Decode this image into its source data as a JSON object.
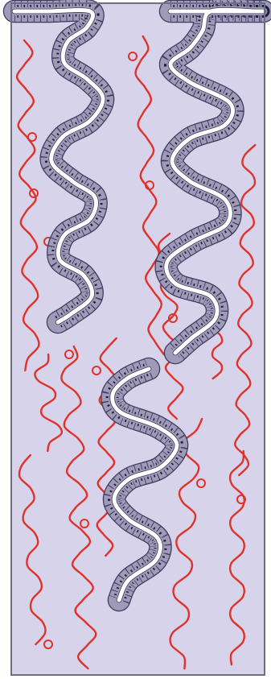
{
  "figure": {
    "colors": {
      "background": "#d7d3ea",
      "border": "#6f6c8a",
      "epithelium_fill": "#9e9ab8",
      "epithelium_edge": "#3d3a5e",
      "cell_nucleus": "#1f1d35",
      "lumen": "#ffffff",
      "capillary": "#e0322b"
    },
    "structures": [
      {
        "name": "gland-tubule",
        "count": 3
      },
      {
        "name": "capillary",
        "count": 11
      }
    ]
  }
}
